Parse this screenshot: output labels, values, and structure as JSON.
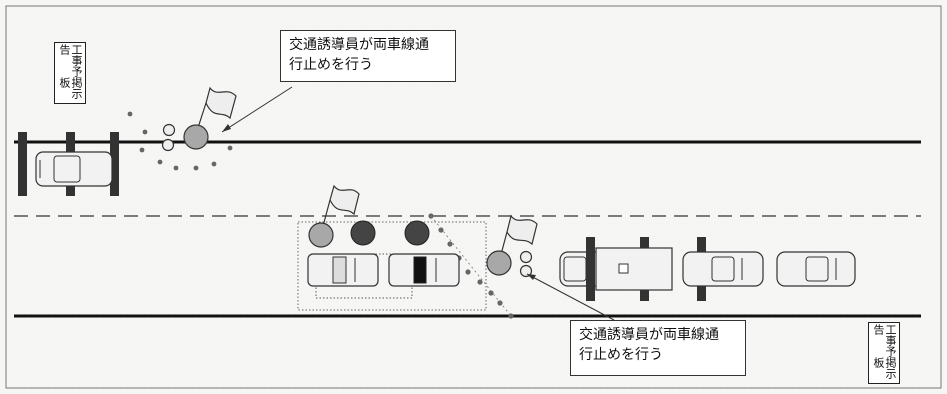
{
  "signs": {
    "top_left": {
      "line1": "工事予告",
      "line2": "掲示板"
    },
    "bottom_right": {
      "line1": "工事予告",
      "line2": "掲示板"
    }
  },
  "callouts": {
    "top": {
      "line1": "交通誘導員が両車線通",
      "line2": "行止めを行う"
    },
    "bottom": {
      "line1": "交通誘導員が両車線通",
      "line2": "行止めを行う"
    }
  },
  "colors": {
    "road_line": "#111111",
    "guard_person": "#a8a8a8",
    "worker_dark": "#444444",
    "cone_dot": "#666666",
    "vehicle_body": "#f2f2f2"
  }
}
